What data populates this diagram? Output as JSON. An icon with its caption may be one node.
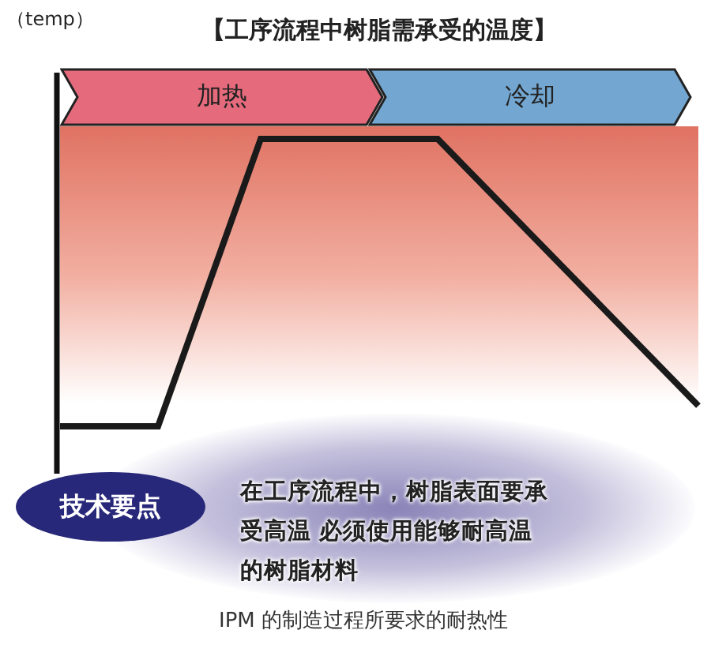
{
  "diagram": {
    "title": "【工序流程中树脂需承受的温度】",
    "caption": "IPM 的制造过程所要求的耐热性",
    "nodes": [
      {
        "text": [
          "加热"
        ]
      },
      {
        "text": [
          "冷却"
        ]
      },
      {
        "text": [
          "技术要点"
        ]
      }
    ],
    "labels": [
      "（temp）",
      "在工序流程中，树脂表面要承受高温 必须使用能够耐高温的树脂材料"
    ]
  }
}
